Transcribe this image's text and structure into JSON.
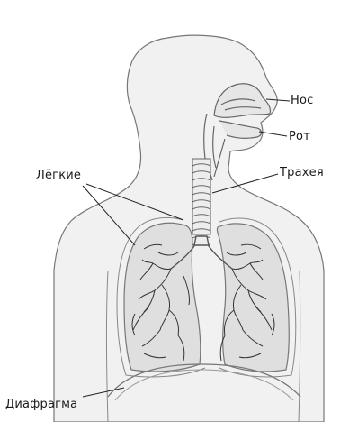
{
  "labels": {
    "nose": "Нос",
    "mouth": "Рот",
    "trachea": "Трахея",
    "lungs": "Лёгкие",
    "diaphragm": "Диафрагма"
  },
  "colors": {
    "body_fill": "#f1f1f1",
    "outline": "#777777",
    "lung_fill": "#dfdfdf",
    "vessel": "#333333",
    "leader": "#222222"
  }
}
